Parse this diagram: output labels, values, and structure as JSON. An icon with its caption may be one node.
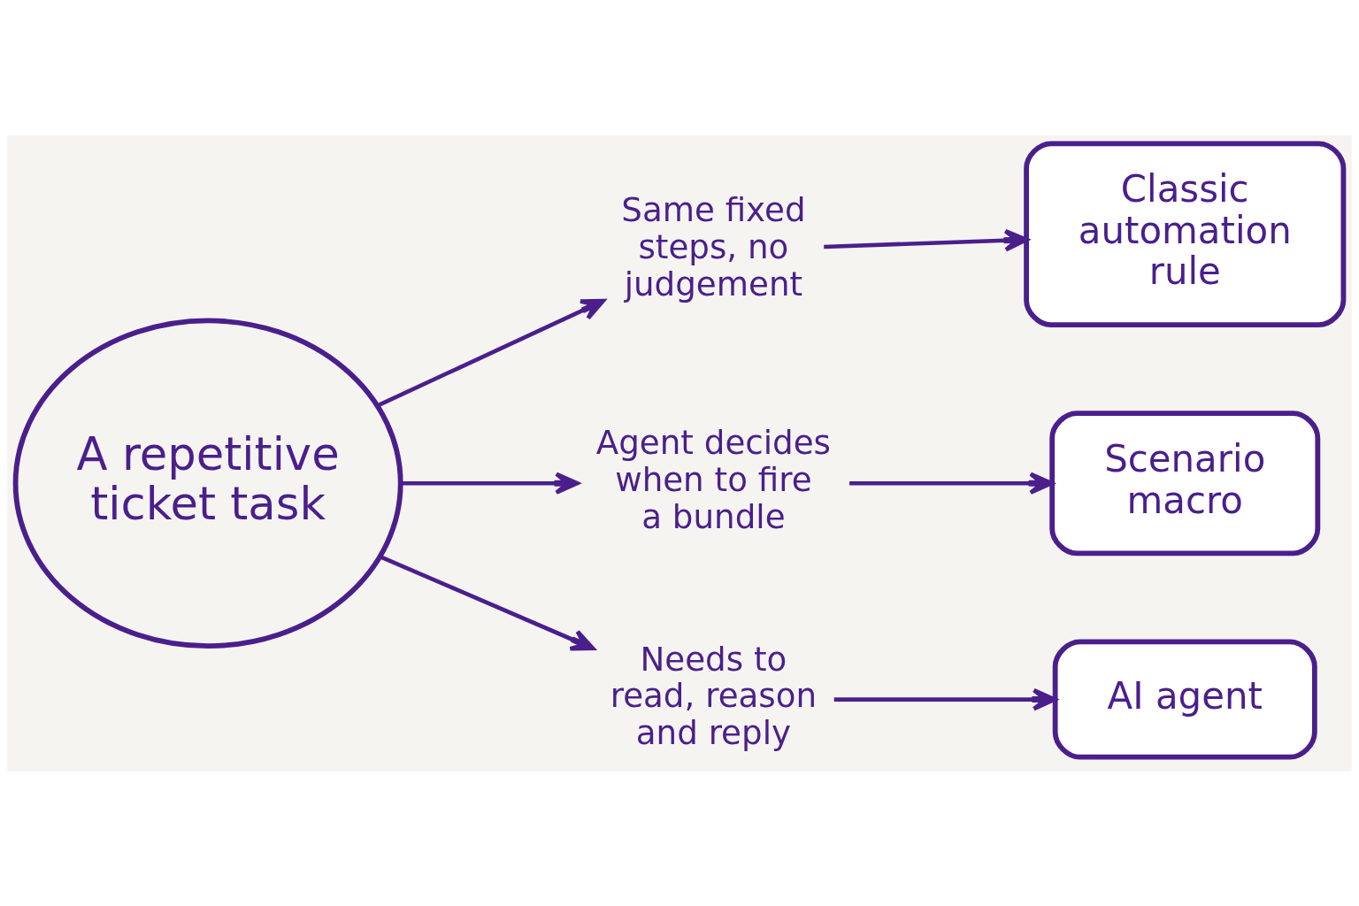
{
  "diagram": {
    "nodes": [
      {
        "text": [
          "A repetitive ticket task"
        ]
      },
      {
        "text": [
          "Same fixed steps, no judgement"
        ]
      },
      {
        "text": [
          "Classic automation rule"
        ]
      },
      {
        "text": [
          "Agent decides when to fire a bundle"
        ]
      },
      {
        "text": [
          "Scenario macro"
        ]
      },
      {
        "text": [
          "Needs to read, reason and reply"
        ]
      },
      {
        "text": [
          "AI agent"
        ]
      }
    ],
    "edges": [
      {
        "from": 0,
        "to": 1,
        "arrow": "to"
      },
      {
        "from": 0,
        "to": 3,
        "arrow": "to"
      },
      {
        "from": 0,
        "to": 5,
        "arrow": "to"
      },
      {
        "from": 1,
        "to": 2,
        "arrow": "to"
      },
      {
        "from": 3,
        "to": 4,
        "arrow": "to"
      },
      {
        "from": 5,
        "to": 6,
        "arrow": "to"
      }
    ]
  }
}
